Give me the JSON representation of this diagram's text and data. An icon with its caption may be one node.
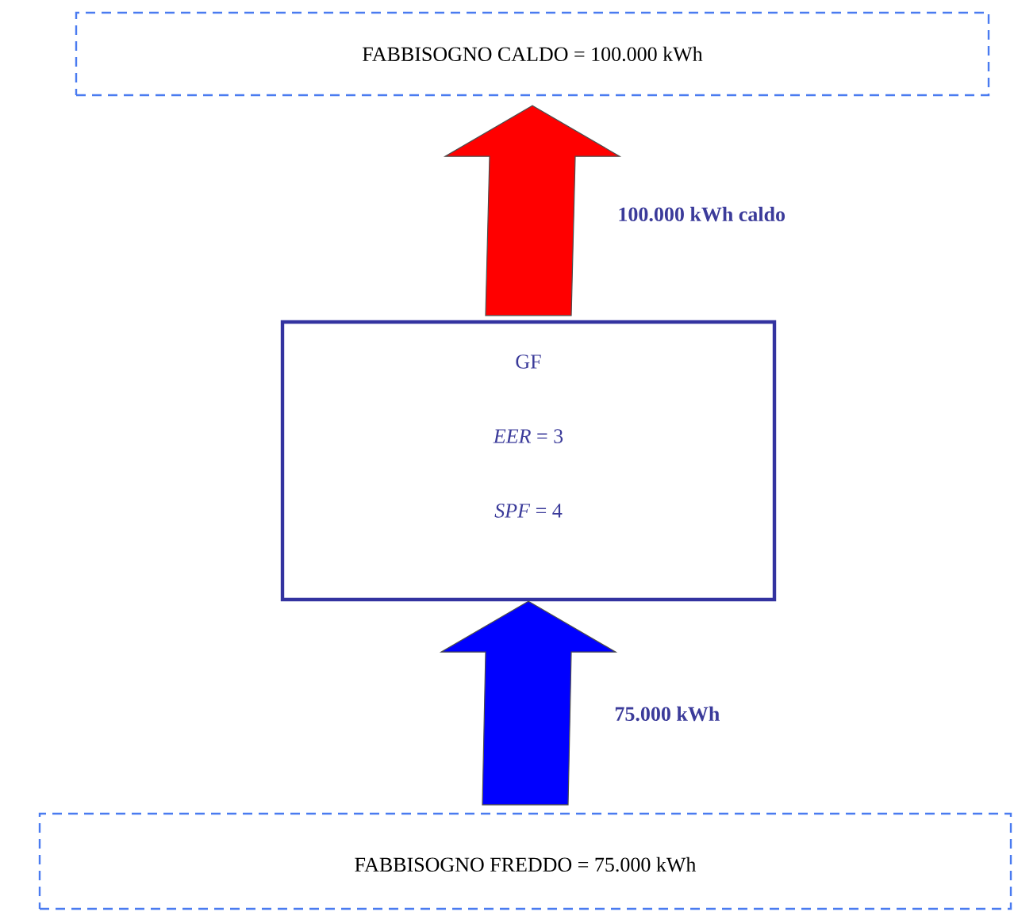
{
  "diagram": {
    "nodes": [
      {
        "text": [
          "FABBISOGNO CALDO = 100.000 kWh"
        ]
      },
      {
        "text": [
          "GF",
          "*EER* = 3",
          "*SPF* = 4"
        ]
      },
      {
        "text": [
          "FABBISOGNO FREDDO = 75.000 kWh"
        ]
      }
    ],
    "edges": [
      {
        "from": 1,
        "to": 0,
        "arrow": "to",
        "label": "100.000 kWh caldo",
        "style": "thick",
        "color": "#ff0000"
      },
      {
        "from": 2,
        "to": 1,
        "arrow": "to",
        "label": "75.000 kWh",
        "style": "thick",
        "color": "#0000ff"
      }
    ]
  }
}
